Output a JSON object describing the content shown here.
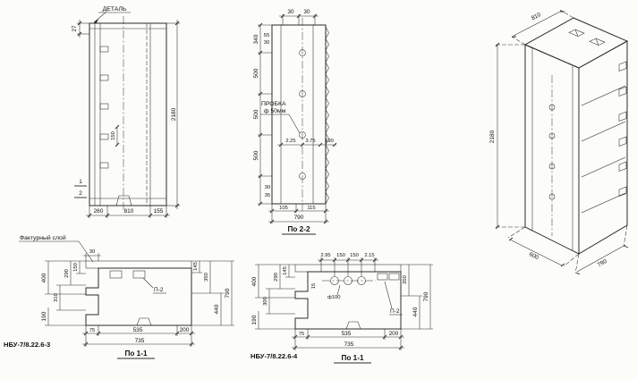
{
  "elevation": {
    "detail_label": "ДЕТАЛЬ",
    "dim_27": "27",
    "dim_150": "150",
    "dim_2180": "2180",
    "dim_260": "260",
    "dim_810": "810",
    "dim_155": "155",
    "mark_1": "1",
    "mark_2": "2"
  },
  "section_2_2": {
    "title": "По 2-2",
    "dim_30_a": "30",
    "dim_30_b": "30",
    "dim_55": "55",
    "dim_30_c": "30",
    "dim_340": "340",
    "dim_500_a": "500",
    "dim_500_b": "500",
    "dim_500_c": "500",
    "note_line1": "ПРОБКА",
    "note_line2": "ф 50мм",
    "dim_2_25": "2.25",
    "dim_3_75": "3.75",
    "dim_190": "190",
    "dim_30_d": "30",
    "dim_35": "35",
    "dim_105": "105",
    "dim_115": "115",
    "dim_790": "790"
  },
  "isometric": {
    "dim_810": "810",
    "dim_2180": "2180",
    "dim_600": "600",
    "dim_790": "790"
  },
  "plan_nbu3": {
    "note": "Фактурный слой",
    "dim_30": "30",
    "dim_150": "150",
    "dim_290": "290",
    "dim_400": "400",
    "dim_310": "310",
    "dim_190": "190",
    "dim_145": "145",
    "dim_350": "350",
    "dim_440": "440",
    "dim_790": "790",
    "p2_label": "П-2",
    "dim_75": "75",
    "dim_535": "535",
    "dim_200": "200",
    "dim_735": "735",
    "title": "По 1-1",
    "part_no": "НБУ-7/8.22.6-3"
  },
  "plan_nbu4": {
    "dim_2_95": "2.95",
    "dim_150_a": "150",
    "dim_150_b": "150",
    "dim_2_15": "2.15",
    "dim_15": "15",
    "dim_145": "145",
    "dim_290": "290",
    "dim_400": "400",
    "dim_300": "300",
    "dim_190": "190",
    "dim_350": "350",
    "dim_440": "440",
    "dim_790": "790",
    "hole_label": "ф100",
    "p2_label": "П-2",
    "dim_75": "75",
    "dim_535": "535",
    "dim_200": "200",
    "dim_735": "735",
    "title": "По 1-1",
    "part_no": "НБУ-7/8.22.6-4"
  }
}
